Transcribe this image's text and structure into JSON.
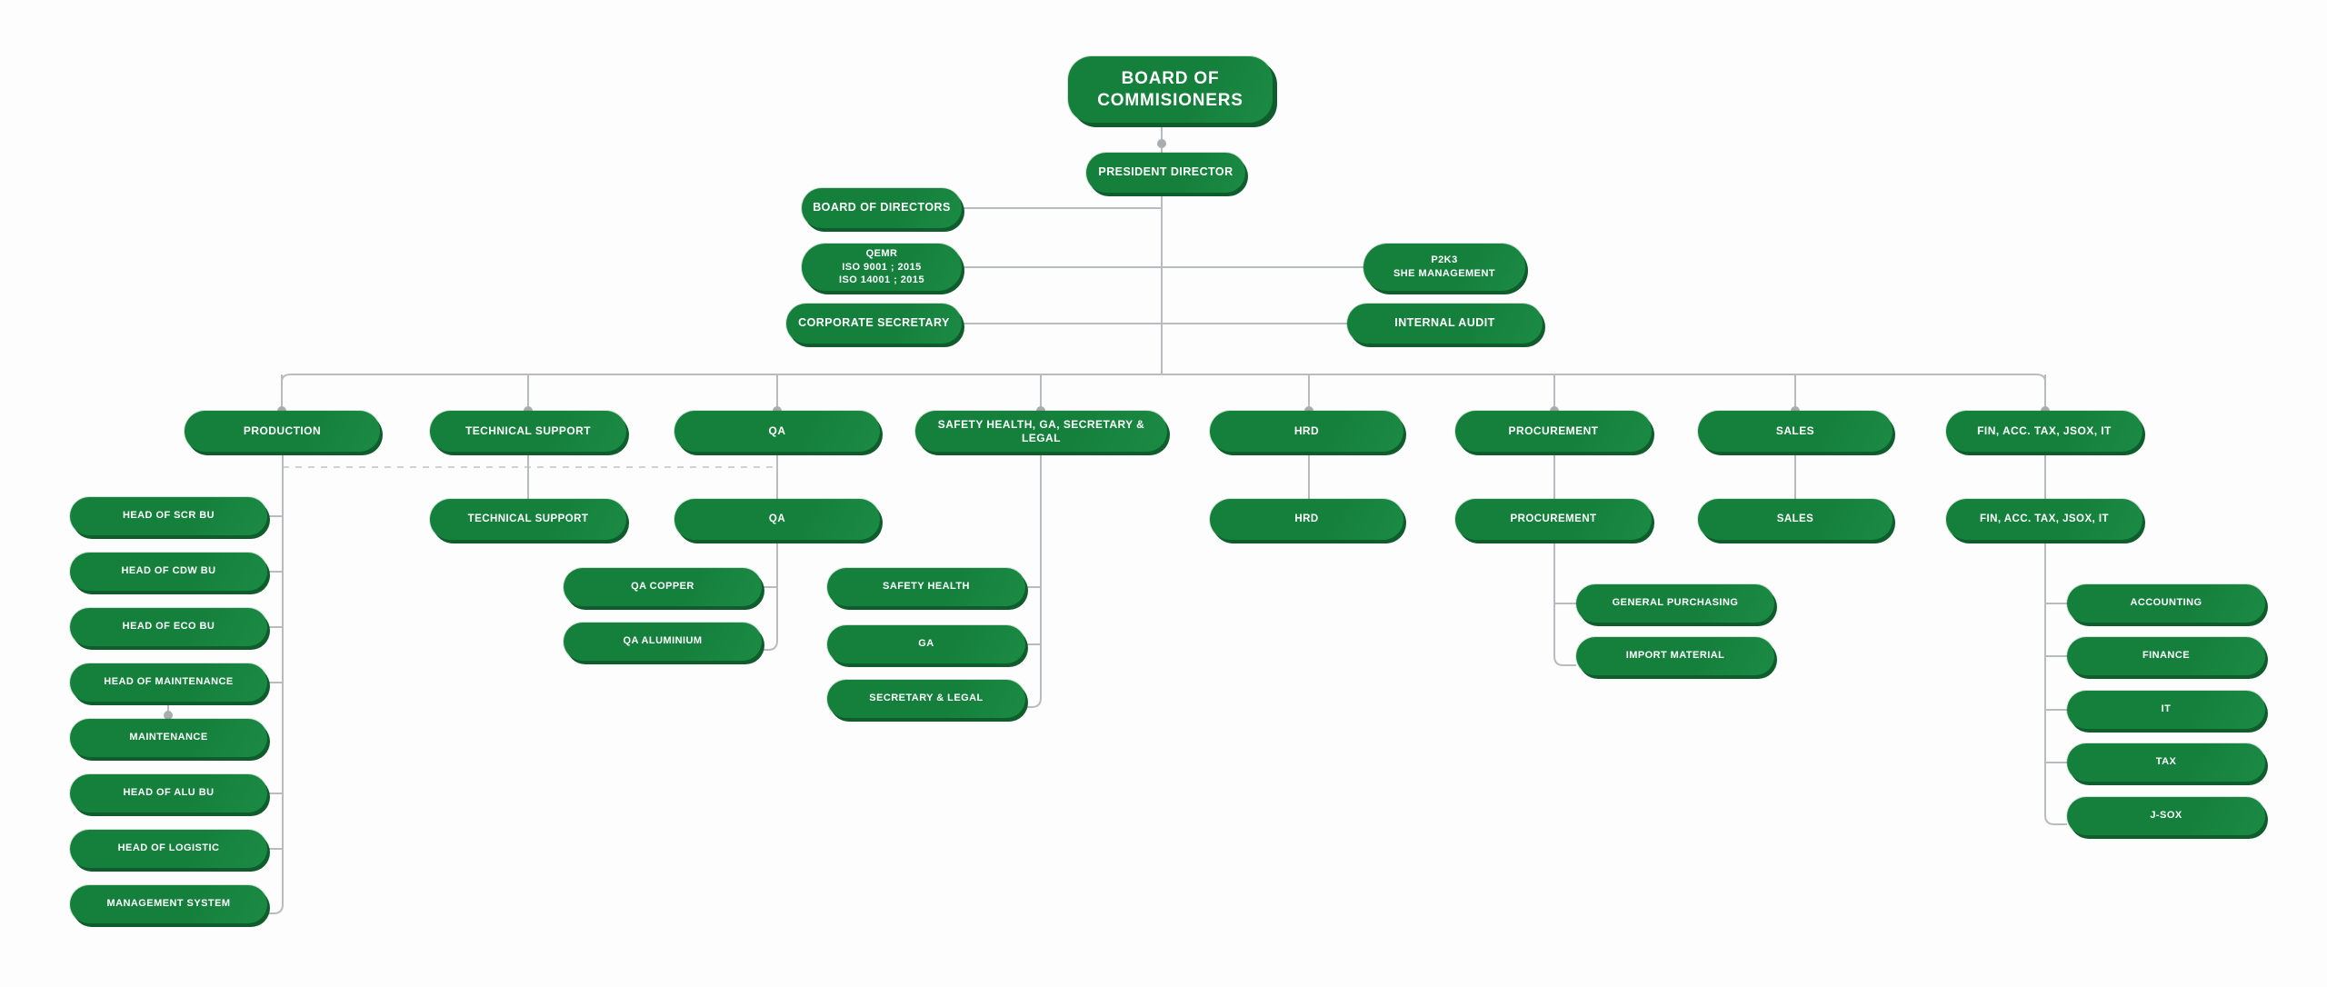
{
  "chart_data": {
    "type": "diagram",
    "title": "Organization Structure Chart",
    "orientation": "top-down",
    "node_count": 43,
    "accent_color": "#15803c",
    "shadow_color": "#0f5c2c",
    "connector_color": "#b9bcbe",
    "dashed_connector_color": "#cfd2d4",
    "text_color": "#ffffff",
    "background_color": "#fdfdfd"
  },
  "nodes": {
    "root": {
      "label": "BOARD OF\nCOMMISIONERS"
    },
    "president_director": {
      "label": "PRESIDENT DIRECTOR"
    },
    "board_of_directors": {
      "label": "BOARD OF DIRECTORS"
    },
    "qemr": {
      "label": "QEMR\nISO 9001 ; 2015\nISO 14001 ; 2015"
    },
    "corporate_secretary": {
      "label": "CORPORATE SECRETARY"
    },
    "p2k3": {
      "label": "P2K3\nSHE MANAGEMENT"
    },
    "internal_audit": {
      "label": "INTERNAL AUDIT"
    },
    "departments": [
      {
        "label": "PRODUCTION"
      },
      {
        "label": "TECHNICAL SUPPORT"
      },
      {
        "label": "QA"
      },
      {
        "label": "SAFETY HEALTH, GA, SECRETARY & LEGAL"
      },
      {
        "label": "HRD"
      },
      {
        "label": "PROCUREMENT"
      },
      {
        "label": "SALES"
      },
      {
        "label": "FIN, ACC. TAX, JSOX, IT"
      }
    ],
    "second_row": [
      {
        "label": "TECHNICAL SUPPORT"
      },
      {
        "label": "QA"
      },
      {
        "label": "HRD"
      },
      {
        "label": "PROCUREMENT"
      },
      {
        "label": "SALES"
      },
      {
        "label": "FIN, ACC. TAX, JSOX, IT"
      }
    ],
    "production_children": [
      {
        "label": "HEAD OF SCR BU"
      },
      {
        "label": "HEAD OF CDW BU"
      },
      {
        "label": "HEAD OF ECO BU"
      },
      {
        "label": "HEAD OF MAINTENANCE"
      },
      {
        "label": "MAINTENANCE"
      },
      {
        "label": "HEAD OF ALU BU"
      },
      {
        "label": "HEAD OF LOGISTIC"
      },
      {
        "label": "MANAGEMENT SYSTEM"
      }
    ],
    "qa_children": [
      {
        "label": "QA COPPER"
      },
      {
        "label": "QA ALUMINIUM"
      }
    ],
    "safety_children": [
      {
        "label": "SAFETY HEALTH"
      },
      {
        "label": "GA"
      },
      {
        "label": "SECRETARY & LEGAL"
      }
    ],
    "procurement_children": [
      {
        "label": "GENERAL PURCHASING"
      },
      {
        "label": "IMPORT MATERIAL"
      }
    ],
    "finance_children": [
      {
        "label": "ACCOUNTING"
      },
      {
        "label": "FINANCE"
      },
      {
        "label": "IT"
      },
      {
        "label": "TAX"
      },
      {
        "label": "J-SOX"
      }
    ]
  }
}
